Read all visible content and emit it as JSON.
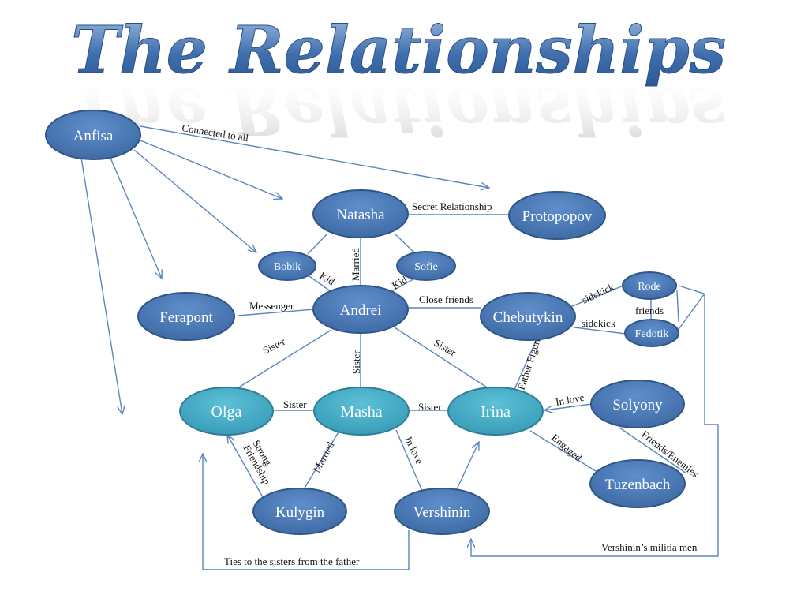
{
  "title": "The Relationships",
  "colors": {
    "node_blue": "#4a7ab8",
    "node_blue_border": "#2f5688",
    "node_teal": "#47adc7",
    "node_teal_border": "#2e7f96",
    "line": "#5b86bd",
    "title_fill": "#3f6fae"
  },
  "nodes": {
    "anfisa": "Anfisa",
    "natasha": "Natasha",
    "protopopov": "Protopopov",
    "bobik": "Bobik",
    "sofie": "Sofie",
    "andrei": "Andrei",
    "ferapont": "Ferapont",
    "chebutykin": "Chebutykin",
    "rode": "Rode",
    "fedotik": "Fedotik",
    "olga": "Olga",
    "masha": "Masha",
    "irina": "Irina",
    "solyony": "Solyony",
    "tuzenbach": "Tuzenbach",
    "kulygin": "Kulygin",
    "vershinin": "Vershinin"
  },
  "edges": {
    "anfisa_connected": "Connected to all",
    "secret_relationship": "Secret Relationship",
    "married_natasha": "Married",
    "kid_bobik": "Kid",
    "kid_sofie": "Kid",
    "messenger": "Messenger",
    "close_friends": "Close friends",
    "sidekick_rode": "sidekick",
    "sidekick_fedotik": "sidekick",
    "friends": "friends",
    "sister_olga": "Sister",
    "sister_masha": "Sister",
    "sister_irina": "Sister",
    "father_figure": "Father Figure",
    "olga_masha_sister": "Sister",
    "masha_irina_sister": "Sister",
    "in_love_solyony": "In love",
    "strong_friendship_1": "Strong",
    "strong_friendship_2": "Friendship",
    "married_kulygin": "Married",
    "in_love_vershinin": "In love",
    "engaged": "Engaged",
    "friends_enemies": "Friends/Enemies",
    "ties_to_sisters": "Ties to the sisters from the father",
    "militia_men": "Vershinin’s militia men"
  }
}
